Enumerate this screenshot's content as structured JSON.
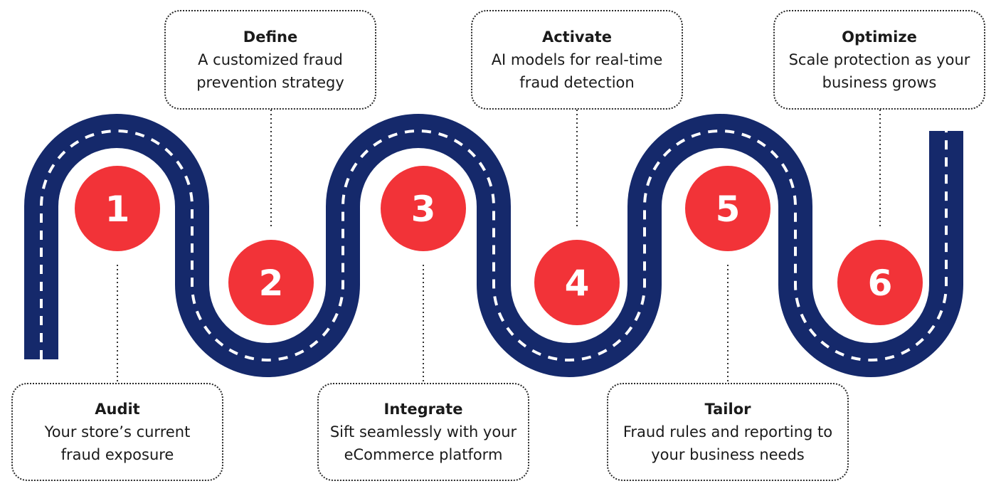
{
  "colors": {
    "road": "#15296b",
    "lane_marking": "#ffffff",
    "circle": "#f23338",
    "number": "#ffffff",
    "connector": "#333333",
    "box_border": "#2b2b2b"
  },
  "steps": [
    {
      "number": "1",
      "title": "Audit",
      "desc1": "Your store’s current",
      "desc2": "fraud exposure",
      "box_side": "bottom"
    },
    {
      "number": "2",
      "title": "Define",
      "desc1": "A customized fraud",
      "desc2": "prevention strategy",
      "box_side": "top"
    },
    {
      "number": "3",
      "title": "Integrate",
      "desc1": "Sift seamlessly with your",
      "desc2": "eCommerce platform",
      "box_side": "bottom"
    },
    {
      "number": "4",
      "title": "Activate",
      "desc1": "AI models for real-time",
      "desc2": "fraud detection",
      "box_side": "top"
    },
    {
      "number": "5",
      "title": "Tailor",
      "desc1": "Fraud rules and reporting to",
      "desc2": "your business needs",
      "box_side": "bottom"
    },
    {
      "number": "6",
      "title": "Optimize",
      "desc1": "Scale protection as your",
      "desc2": "business grows",
      "box_side": "top"
    }
  ]
}
